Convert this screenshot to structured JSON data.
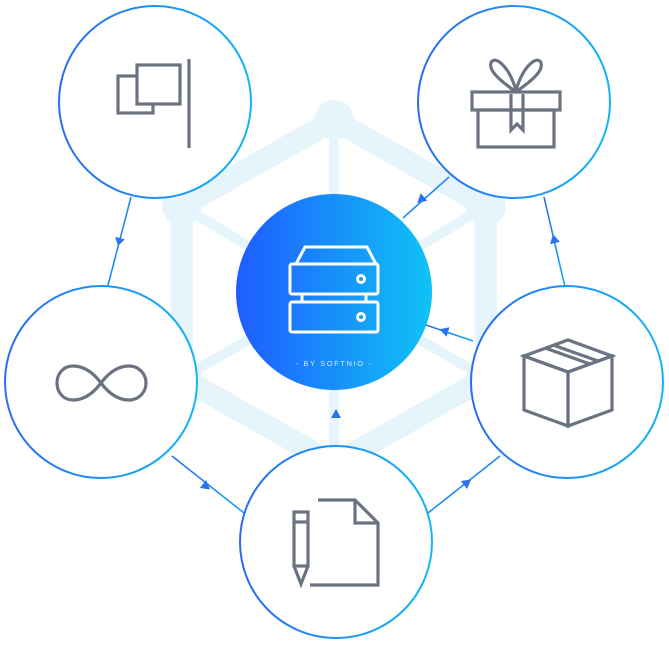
{
  "diagram": {
    "brand_caption": "- BY SOFTNIO -",
    "center": {
      "icon": "server-stack-icon"
    },
    "nodes": [
      {
        "id": "top-left",
        "icon": "window-flag-icon"
      },
      {
        "id": "top-right",
        "icon": "gift-icon"
      },
      {
        "id": "left",
        "icon": "infinity-icon"
      },
      {
        "id": "right",
        "icon": "box-package-icon"
      },
      {
        "id": "bottom",
        "icon": "document-pen-icon"
      }
    ],
    "colors": {
      "ring_start": "#2c6cf0",
      "ring_end": "#12b6f7",
      "center_start": "#1f5cff",
      "center_end": "#0fc3f5",
      "icon_stroke": "#6b7382",
      "background_hex": "#e9f6fc"
    }
  }
}
